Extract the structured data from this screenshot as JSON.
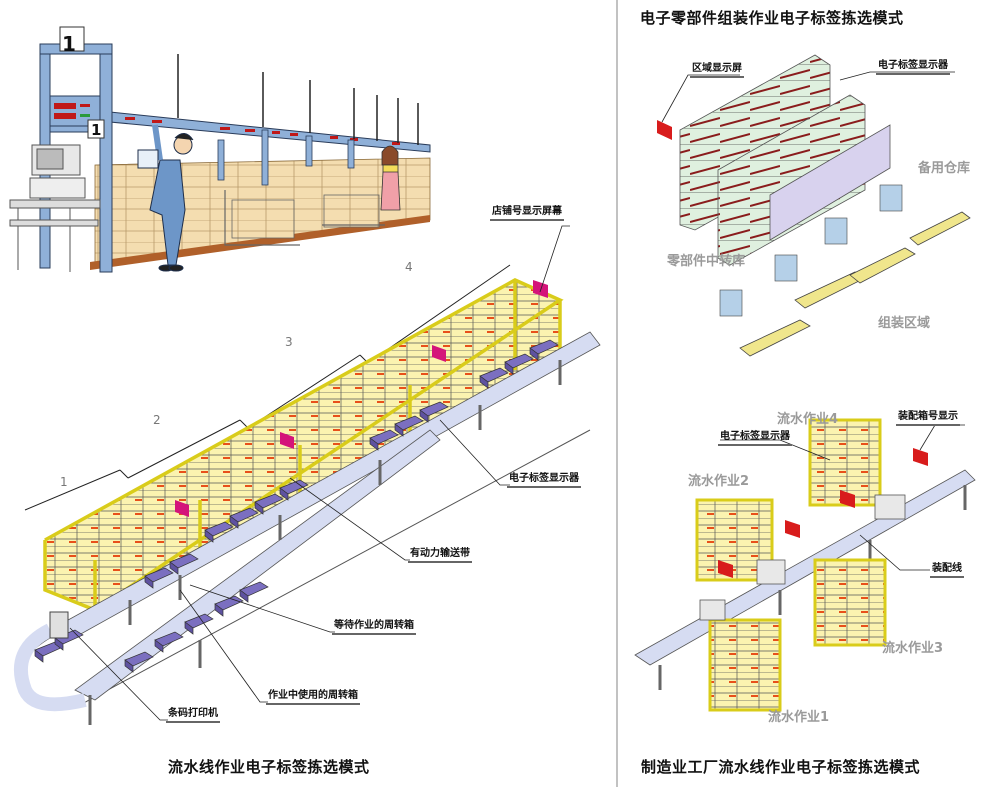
{
  "left_panel": {
    "warehouse_scene": {
      "gate_number_top": "1",
      "gate_number_lower": "1"
    },
    "bracket_numbers": [
      "1",
      "2",
      "3",
      "4"
    ],
    "callouts": {
      "store_display": "店铺号显示屏幕",
      "tag_display": "电子标签显示器",
      "powered_conveyor": "有动力输送带",
      "waiting_tote": "等待作业的周转箱",
      "active_tote": "作业中使用的周转箱",
      "barcode_printer": "条码打印机"
    },
    "caption": "流水线作业电子标签拣选模式"
  },
  "right_panel": {
    "top": {
      "title": "电子零部件组装作业电子标签拣选模式",
      "callouts": {
        "area_display": "区域显示屏",
        "tag_display": "电子标签显示器"
      },
      "zones": {
        "spare_warehouse": "备用仓库",
        "parts_transfer": "零部件中转库",
        "assembly_area": "组装区域"
      }
    },
    "bottom": {
      "callouts": {
        "tag_display": "电子标签显示器",
        "box_number_display": "装配箱号显示",
        "assembly_line": "装配线"
      },
      "zones": {
        "flow1": "流水作业1",
        "flow2": "流水作业2",
        "flow3": "流水作业3",
        "flow4": "流水作业4"
      },
      "caption": "制造业工厂流水线作业电子标签拣选模式"
    }
  },
  "colors": {
    "rack_yellow": "#d9cc1a",
    "box_yellow": "#fbf3b0",
    "tote_purple": "#7b6fc0",
    "conveyor_blue": "#d6dcf2",
    "display_magenta": "#d4147a",
    "display_red": "#d81c1c",
    "frame_blue": "#8fb0d8",
    "carton_tan": "#f4ddb0",
    "divider_gray": "#9a9a9a"
  }
}
